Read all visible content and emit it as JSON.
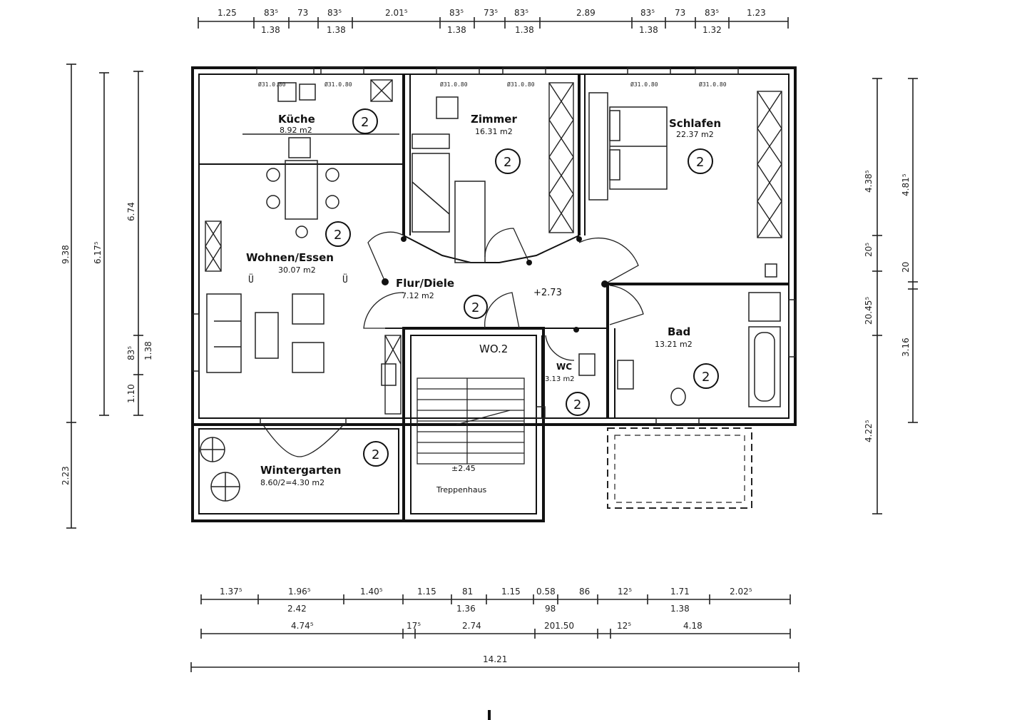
{
  "dimensions": {
    "top_row1": [
      "1.25",
      "83⁵",
      "73",
      "83⁵",
      "2.01⁵",
      "83⁵",
      "73⁵",
      "83⁵",
      "2.89",
      "83⁵",
      "73",
      "83⁵",
      "1.23"
    ],
    "top_row2": [
      "1.38",
      "1.38",
      "1.38",
      "1.38",
      "1.38",
      "1.32"
    ],
    "bottom_row1": [
      "1.37⁵",
      "1.96⁵",
      "1.40⁵",
      "1.15",
      "81",
      "1.15",
      "0.58",
      "86",
      "12⁵",
      "1.71",
      "2.02⁵"
    ],
    "bottom_row2": [
      "2.42",
      "1.36",
      "98",
      "1.38"
    ],
    "bottom_row3": [
      "4.74⁵",
      "17⁵",
      "2.74",
      "201.50",
      "12⁵",
      "4.18"
    ],
    "bottom_total": "14.21",
    "left_outer": [
      "9.38",
      "2.23"
    ],
    "left_mid": "6.17⁵",
    "left_inner": [
      "6.74",
      "83⁵",
      "1.38",
      "1.10"
    ],
    "right_inner": [
      "4.38⁵",
      "20⁵",
      "20.45⁵",
      "4.22⁵"
    ],
    "right_outer": [
      "4.81⁵",
      "20",
      "3.16"
    ]
  },
  "rooms": {
    "kueche": {
      "name": "Küche",
      "area": "8.92 m2",
      "unit": "2"
    },
    "zimmer": {
      "name": "Zimmer",
      "area": "16.31 m2",
      "unit": "2"
    },
    "schlafen": {
      "name": "Schlafen",
      "area": "22.37 m2",
      "unit": "2"
    },
    "wohnen": {
      "name": "Wohnen/Essen",
      "area": "30.07 m2",
      "unit": "2"
    },
    "flur": {
      "name": "Flur/Diele",
      "area": "7.12 m2",
      "unit": "2"
    },
    "bad": {
      "name": "Bad",
      "area": "13.21 m2",
      "unit": "2"
    },
    "wc": {
      "name": "WC",
      "area": "3.13 m2",
      "unit": "2"
    },
    "wintergarten": {
      "name": "Wintergarten",
      "area": "8.60/2=4.30 m2",
      "unit": "2"
    },
    "treppe": {
      "name": "Treppenhaus",
      "level": "±2.45"
    }
  },
  "labels": {
    "unit_code": "WO.2",
    "floor_level": "+2.73",
    "win_kueche1": "Ø31.0.80",
    "win_kueche2": "Ø31.0.80",
    "win_zimmer1": "Ø31.0.80",
    "win_zimmer2": "Ø31.0.80",
    "win_schlafen1": "Ø31.0.80",
    "win_schlafen2": "Ø31.0.80",
    "vent1": "Ü",
    "vent2": "Ü"
  }
}
